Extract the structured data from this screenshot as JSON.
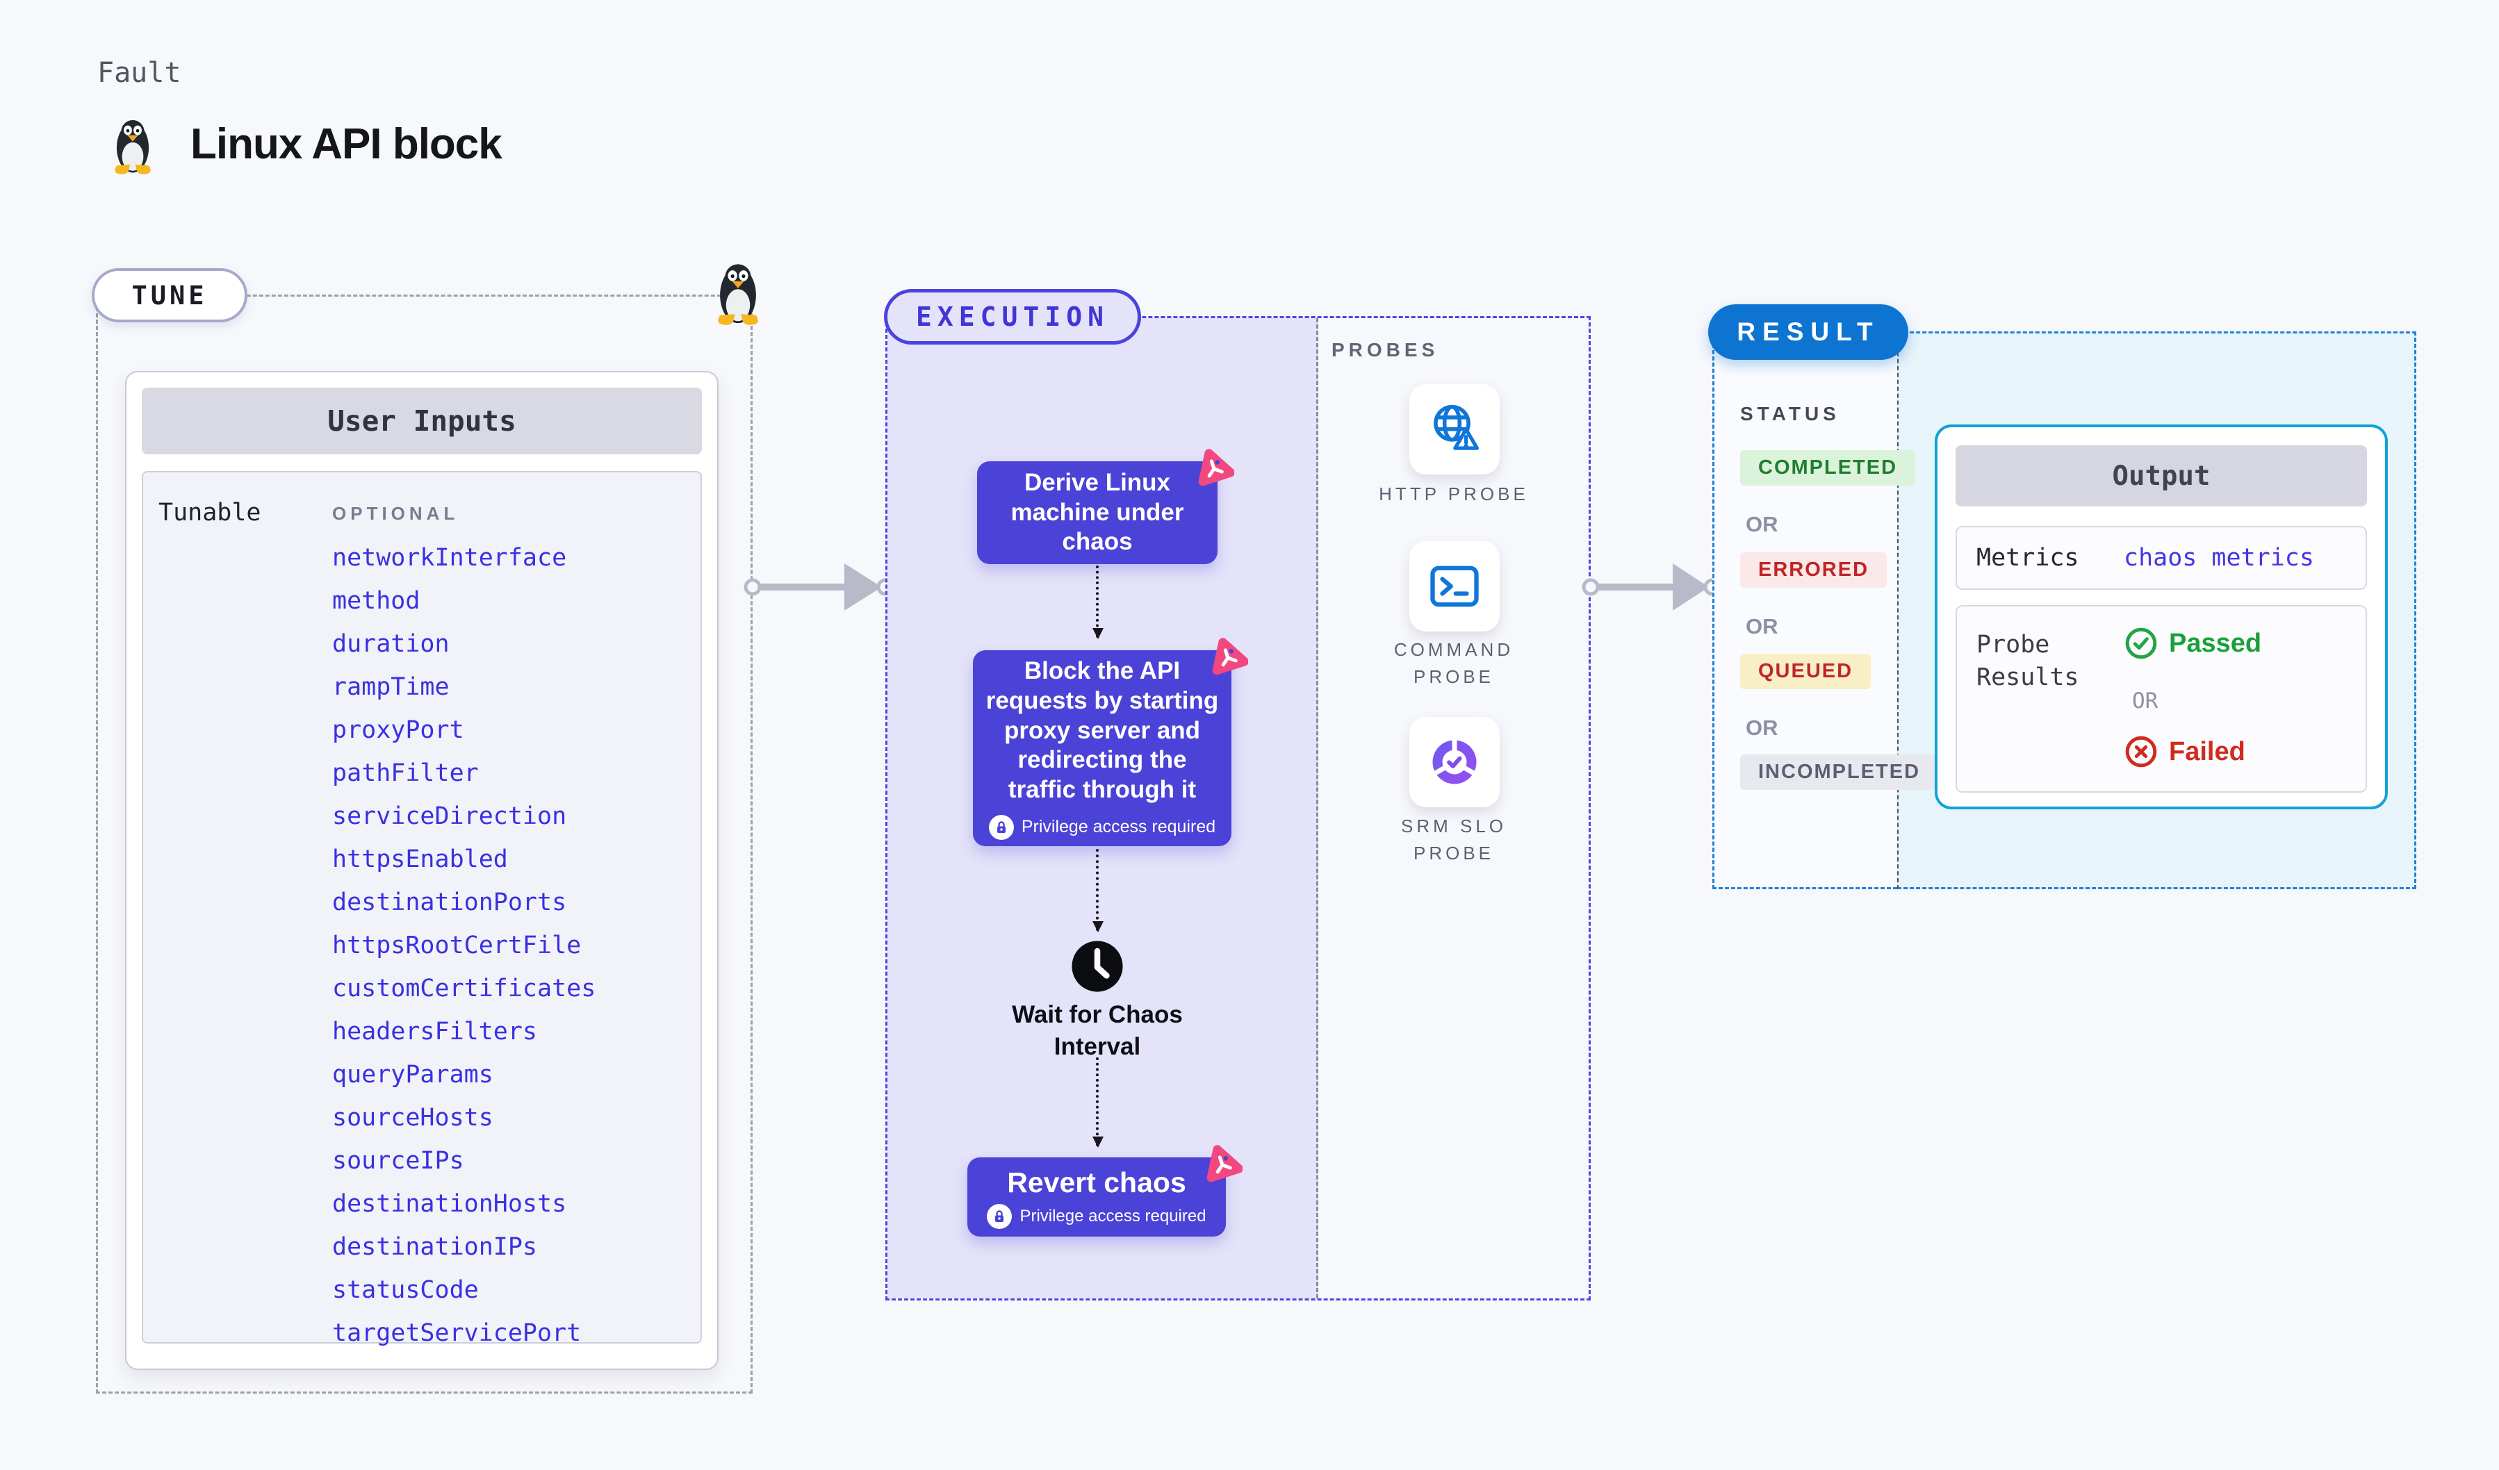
{
  "header": {
    "eyebrow": "Fault",
    "title": "Linux API block"
  },
  "tune": {
    "pill": "TUNE",
    "card_title": "User Inputs",
    "row_label": "Tunable",
    "column_label": "OPTIONAL",
    "params": [
      "networkInterface",
      "method",
      "duration",
      "rampTime",
      "proxyPort",
      "pathFilter",
      "serviceDirection",
      "httpsEnabled",
      "destinationPorts",
      "httpsRootCertFile",
      "customCertificates",
      "headersFilters",
      "queryParams",
      "sourceHosts",
      "sourceIPs",
      "destinationHosts",
      "destinationIPs",
      "statusCode",
      "targetServicePort"
    ]
  },
  "execution": {
    "pill": "EXECUTION",
    "step1": "Derive Linux machine under chaos",
    "step2": "Block the API requests by starting proxy server and redirecting the traffic through it",
    "wait_label": "Wait for Chaos Interval",
    "step4": "Revert chaos",
    "privilege_badge": "Privilege access required"
  },
  "probes": {
    "title": "PROBES",
    "items": [
      {
        "label": "HTTP PROBE",
        "icon": "globe-alert-icon"
      },
      {
        "label": "COMMAND PROBE",
        "icon": "terminal-icon"
      },
      {
        "label": "SRM SLO PROBE",
        "icon": "slo-gauge-icon"
      }
    ]
  },
  "result": {
    "pill": "RESULT",
    "status_title": "STATUS",
    "or_label": "OR",
    "statuses": [
      "COMPLETED",
      "ERRORED",
      "QUEUED",
      "INCOMPLETED"
    ],
    "output": {
      "title": "Output",
      "metrics_label": "Metrics",
      "metrics_value": "chaos metrics",
      "probe_results_label": "Probe Results",
      "passed_label": "Passed",
      "failed_label": "Failed"
    }
  },
  "colors": {
    "page_bg": "#f7f8fc",
    "node_purple": "#4b42d8",
    "execution_border": "#4e46e0",
    "execution_bg": "#e4e3f9",
    "result_blue": "#0e74d1",
    "result_border": "#1f81d6",
    "output_border": "#10a2d8",
    "output_bg": "#e7f4fa",
    "param_link_blue": "#3a30e2",
    "completed_green": "#1f7e2f",
    "errored_red": "#c12423",
    "queued_bg": "#f9efc6",
    "incompleted_gray": "#5d5d74",
    "passed_green": "#18a13b",
    "failed_red": "#d02b1e",
    "chaos_pink": "#f2477f",
    "probe_icon_blue": "#1076d8",
    "arrow_gray": "#b9bac9"
  }
}
